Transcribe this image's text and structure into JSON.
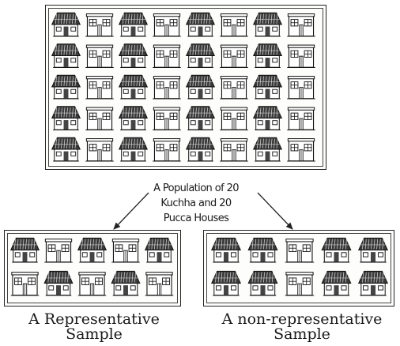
{
  "figure": {
    "population": {
      "caption_lines": [
        "A Population of 20",
        "Kuchha and 20",
        "Pucca Houses"
      ],
      "rows": [
        [
          "kuchha",
          "pucca",
          "kuchha",
          "pucca",
          "kuchha",
          "pucca",
          "kuchha",
          "pucca"
        ],
        [
          "kuchha",
          "pucca",
          "kuchha",
          "pucca",
          "kuchha",
          "pucca",
          "kuchha",
          "pucca"
        ],
        [
          "kuchha",
          "pucca",
          "kuchha",
          "pucca",
          "kuchha",
          "pucca",
          "kuchha",
          "pucca"
        ],
        [
          "kuchha",
          "pucca",
          "kuchha",
          "pucca",
          "kuchha",
          "pucca",
          "kuchha",
          "pucca"
        ],
        [
          "kuchha",
          "pucca",
          "kuchha",
          "pucca",
          "kuchha",
          "pucca",
          "kuchha",
          "pucca"
        ]
      ]
    },
    "representative": {
      "caption_lines": [
        "A Representative",
        "Sample"
      ],
      "rows": [
        [
          "kuchha",
          "pucca",
          "kuchha",
          "pucca",
          "kuchha"
        ],
        [
          "pucca",
          "kuchha",
          "pucca",
          "kuchha",
          "pucca"
        ]
      ]
    },
    "non_representative": {
      "caption_lines": [
        "A non-representative",
        "Sample"
      ],
      "rows": [
        [
          "kuchha",
          "kuchha",
          "pucca",
          "kuchha",
          "kuchha"
        ],
        [
          "kuchha",
          "kuchha",
          "pucca",
          "kuchha",
          "kuchha"
        ]
      ]
    },
    "icons": {
      "kuchha": "kuchha-house-icon",
      "pucca": "pucca-house-icon"
    }
  }
}
